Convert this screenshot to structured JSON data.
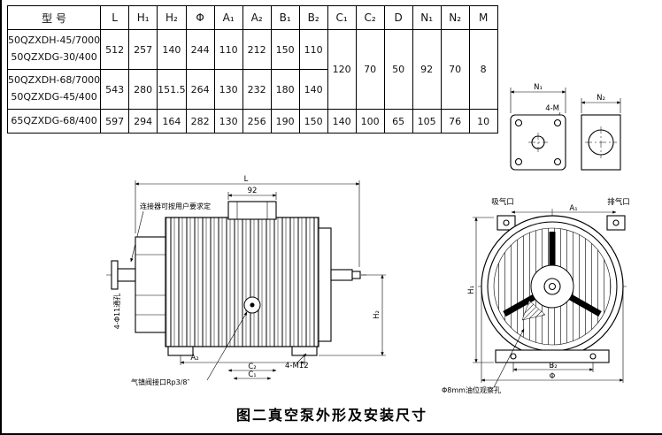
{
  "table": {
    "headers": [
      "型 号",
      "L",
      "H₁",
      "H₂",
      "Φ",
      "A₁",
      "A₂",
      "B₁",
      "B₂",
      "C₁",
      "C₂",
      "D",
      "N₁",
      "N₂",
      "M"
    ],
    "row1": {
      "models": [
        "50QZXDH-45/7000",
        "50QZXDG-30/400"
      ],
      "vals": [
        "512",
        "257",
        "140",
        "244",
        "110",
        "212",
        "150",
        "110"
      ]
    },
    "row2": {
      "models": [
        "50QZXDH-68/7000",
        "50QZXDG-45/400"
      ],
      "vals": [
        "543",
        "280",
        "151.5",
        "264",
        "130",
        "232",
        "180",
        "140"
      ]
    },
    "merged12": [
      "120",
      "70",
      "50",
      "92",
      "70",
      "8"
    ],
    "row3": {
      "model": "65QZXDG-68/400",
      "vals": [
        "597",
        "294",
        "164",
        "282",
        "130",
        "256",
        "190",
        "150",
        "140",
        "100",
        "65",
        "105",
        "76",
        "10"
      ]
    }
  },
  "drawing": {
    "side": {
      "dim_l": "L",
      "dim_92": "92",
      "coupling_note": "连接器可按用户要求定",
      "dim_h2": "H₂",
      "dim_a2": "A₂",
      "dim_c2": "C₂",
      "dim_c1": "C₁",
      "bolt_note": "4-M12",
      "gas_port_note": "气镇阀接口Rp3/8″",
      "holes_note": "4-Φ11通孔"
    },
    "front": {
      "suction": "吸气口",
      "exhaust": "排气口",
      "dim_a1": "A₁",
      "dim_h1": "H₁",
      "dim_b2": "B₂",
      "dim_phi": "Φ",
      "oil_note": "Φ8mm油位观察孔"
    },
    "flange_detail": {
      "dim_n1": "N₁",
      "dim_n2": "N₂",
      "bolt_note": "4-M"
    }
  },
  "caption": "图二真空泵外形及安装尺寸"
}
